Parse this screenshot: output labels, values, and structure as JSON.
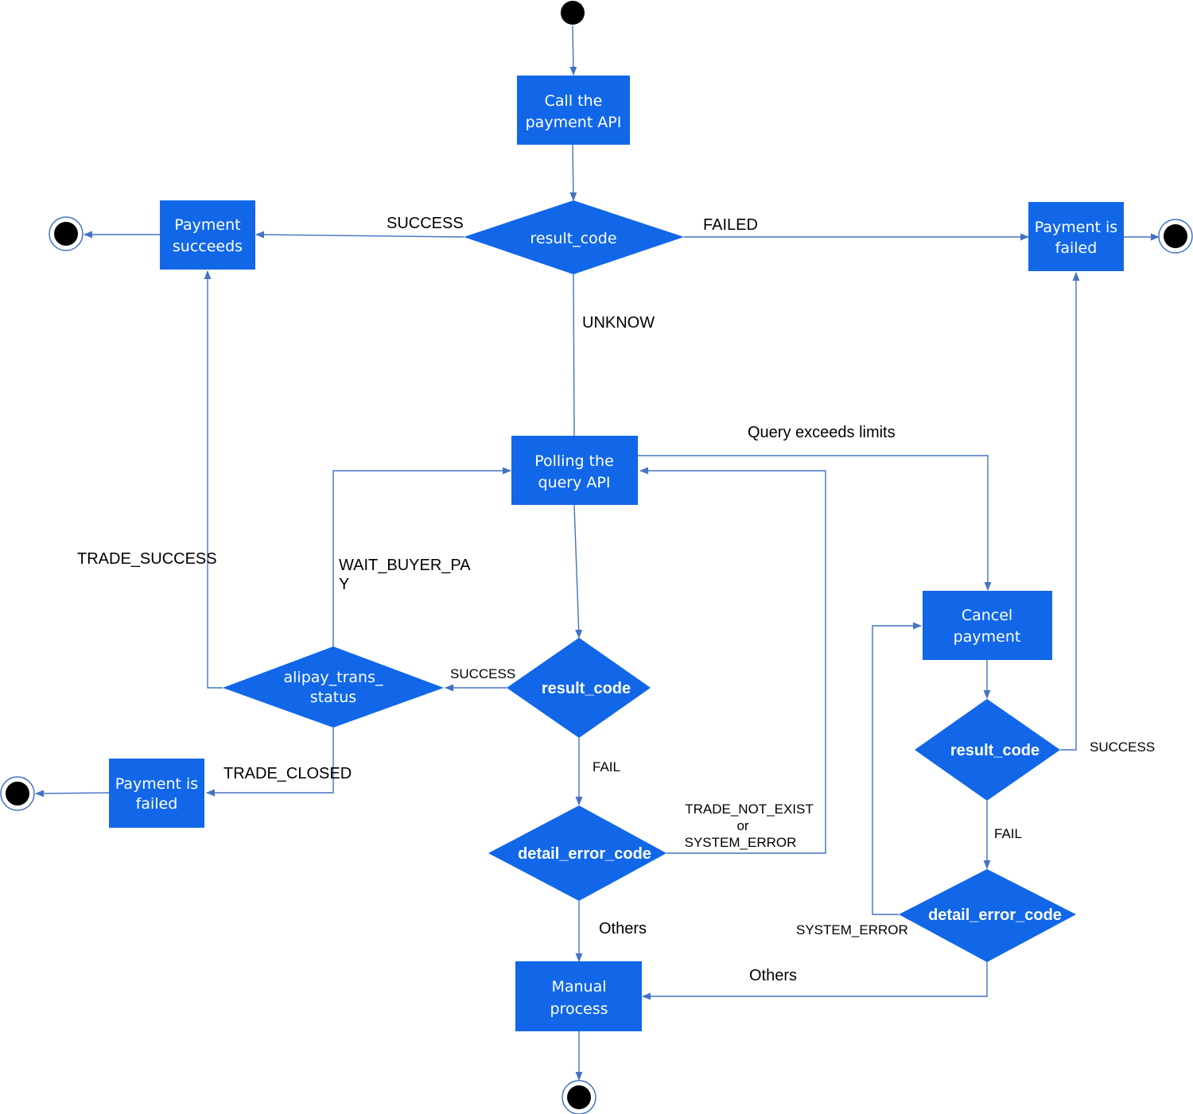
{
  "nodes": {
    "call_payment_api": [
      "Call the",
      "payment API"
    ],
    "result_code_top": "result_code",
    "payment_succeeds": [
      "Payment",
      "succeeds"
    ],
    "payment_failed_right": [
      "Payment is",
      "failed"
    ],
    "polling_query_api": [
      "Polling the",
      "query API"
    ],
    "result_code_mid": "result_code",
    "alipay_trans_status": [
      "alipay_trans_",
      "status"
    ],
    "payment_failed_left": [
      "Payment is",
      "failed"
    ],
    "detail_error_code_mid": "detail_error_code",
    "manual_process": [
      "Manual",
      "process"
    ],
    "cancel_payment": [
      "Cancel",
      "payment"
    ],
    "result_code_right": "result_code",
    "detail_error_code_right": "detail_error_code"
  },
  "edge_labels": {
    "success_top": "SUCCESS",
    "failed_top": "FAILED",
    "unknow": "UNKNOW",
    "query_exceeds": "Query exceeds limits",
    "trade_success": "TRADE_SUCCESS",
    "wait_buyer_pay": [
      "WAIT_BUYER_PA",
      "Y"
    ],
    "success_mid": "SUCCESS",
    "fail_mid": "FAIL",
    "trade_closed": "TRADE_CLOSED",
    "trade_not_exist": [
      "TRADE_NOT_EXIST",
      "or",
      "SYSTEM_ERROR"
    ],
    "others_mid": "Others",
    "success_right": "SUCCESS",
    "fail_right": "FAIL",
    "system_error_right": "SYSTEM_ERROR",
    "others_right": "Others"
  },
  "colors": {
    "node_fill": "#1167e8",
    "edge_stroke": "#4472c4",
    "node_text": "#ffffff"
  }
}
